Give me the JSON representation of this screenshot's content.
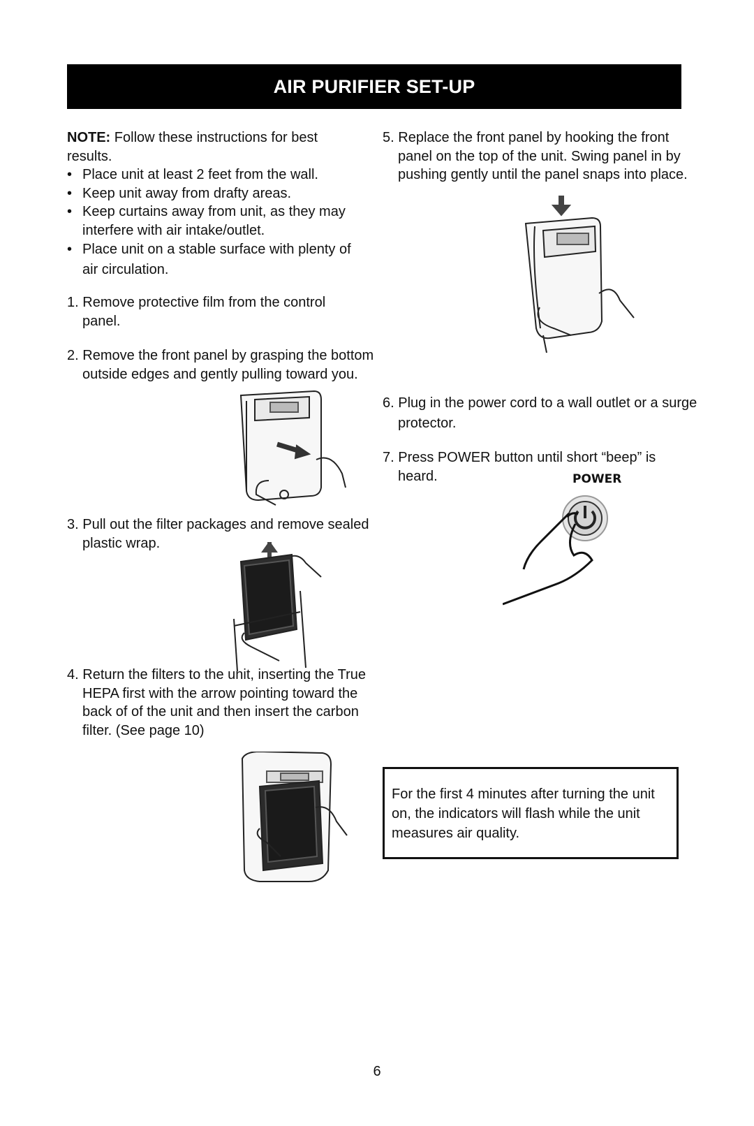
{
  "header": {
    "title": "AIR PURIFIER SET-UP"
  },
  "note": {
    "label": "NOTE:",
    "text": "Follow these instructions for best results."
  },
  "bullets": [
    "Place unit at least 2 feet from the wall.",
    "Keep unit away from drafty areas.",
    "Keep curtains away from unit, as they may interfere with air intake/outlet.",
    "Place unit on a stable surface with plenty of air circulation."
  ],
  "steps": [
    {
      "number": "1.",
      "text": "Remove protective film from the control panel."
    },
    {
      "number": "2.",
      "text": "Remove the front panel by grasping the bottom outside edges and gently pulling toward you."
    },
    {
      "number": "3.",
      "text": "Pull out the filter packages and remove sealed plastic wrap."
    },
    {
      "number": "4.",
      "text": "Return the filters to the unit, inserting the True HEPA first with the arrow pointing toward the back of of the unit and then insert the carbon filter. (See page 10)"
    },
    {
      "number": "5.",
      "text": "Replace the front panel by hooking the front panel on the top of the unit. Swing panel in by pushing gently until the panel snaps into place."
    },
    {
      "number": "6.",
      "text": "Plug in the power cord to a wall outlet or a surge protector."
    },
    {
      "number": "7.",
      "text": "Press POWER button until short “beep” is heard."
    }
  ],
  "power_label": "POWER",
  "callout": {
    "text": "For the first 4 minutes after turning the unit on, the indicators will flash while the unit measures air quality."
  },
  "page_number": "6"
}
